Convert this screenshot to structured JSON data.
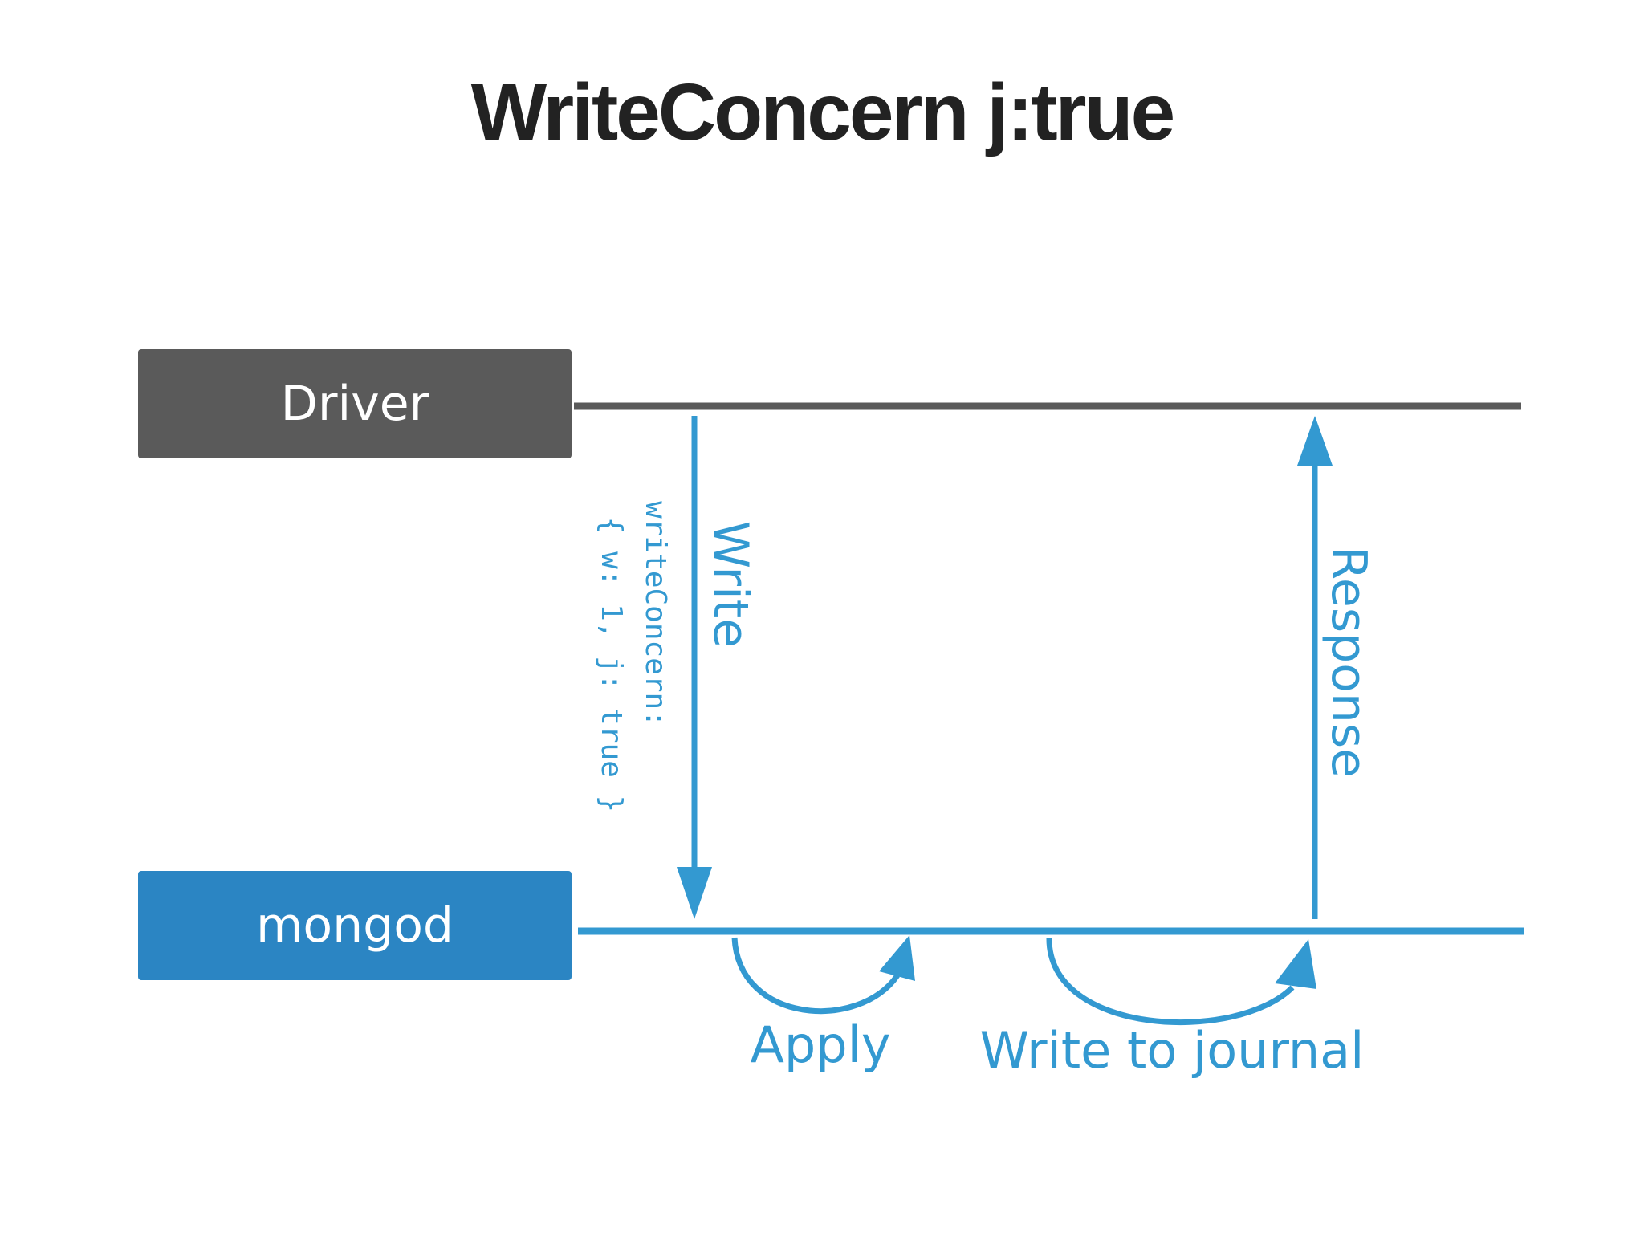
{
  "title": "WriteConcern j:true",
  "nodes": {
    "driver": "Driver",
    "mongod": "mongod"
  },
  "labels": {
    "write": "Write",
    "write_concern": "writeConcern:",
    "write_concern_value": "{ w: 1, j: true }",
    "response": "Response",
    "apply": "Apply",
    "write_to_journal": "Write to journal"
  },
  "colors": {
    "driver": "#5a5a5a",
    "mongod": "#2b85c3",
    "accent": "#3399d1",
    "title": "#222222"
  }
}
